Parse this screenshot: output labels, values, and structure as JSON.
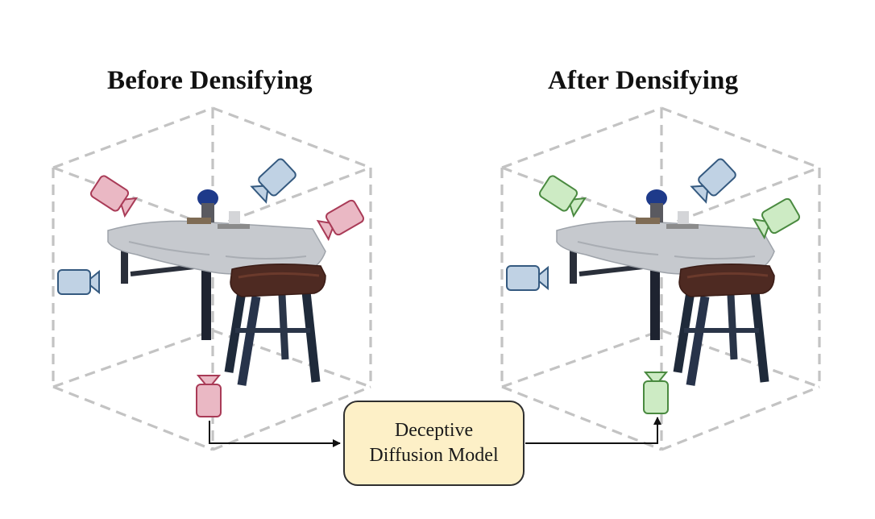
{
  "panels": {
    "before": {
      "title": "Before Densifying"
    },
    "after": {
      "title": "After Densifying"
    }
  },
  "model": {
    "line1": "Deceptive",
    "line2": "Diffusion Model"
  },
  "colors": {
    "pink_fill": "#eab8c4",
    "pink_stroke": "#a93b57",
    "blue_fill": "#c0d2e4",
    "blue_stroke": "#355a80",
    "green_fill": "#cdebc4",
    "green_stroke": "#4a8a40",
    "box_fill": "#fdf0c7",
    "dash": "#c3c3c3"
  },
  "icons": [
    "camera-icon",
    "arrow-icon",
    "table-icon",
    "stool-icon"
  ]
}
